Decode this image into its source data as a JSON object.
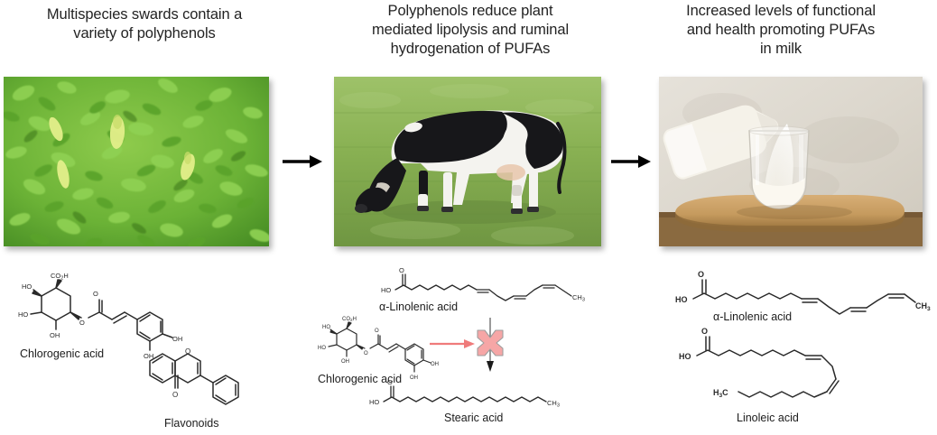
{
  "figure": {
    "type": "graphical-abstract",
    "background_color": "#ffffff",
    "text_color": "#232323"
  },
  "headings": {
    "panel1": {
      "line1": "Multispecies swards contain a",
      "line2": "variety of polyphenols"
    },
    "panel2": {
      "line1": "Polyphenols reduce plant",
      "line2": "mediated lipolysis and ruminal",
      "line3": "hydrogenation of PUFAs"
    },
    "panel3": {
      "line1": "Increased levels of functional",
      "line2": "and health promoting PUFAs",
      "line3": "in milk"
    }
  },
  "photos": {
    "sward": {
      "alt": "multispecies-sward-green-pasture-photo",
      "dominant_colors": [
        "#4f9626",
        "#7bc043",
        "#9fd35a",
        "#2f6b18"
      ]
    },
    "cow": {
      "alt": "holstein-friesian-cow-grazing-photo",
      "dominant_colors": [
        "#7fa64b",
        "#9dbf63",
        "#1b1b1b",
        "#f4f4f2"
      ]
    },
    "milk": {
      "alt": "milk-poured-into-glass-photo",
      "dominant_colors": [
        "#ddd9d2",
        "#f6f3ec",
        "#c49a5f",
        "#8a6a3d"
      ]
    }
  },
  "arrows": {
    "flow1": {
      "name": "flow-arrow-right",
      "color": "#000000"
    },
    "flow2": {
      "name": "flow-arrow-right",
      "color": "#000000"
    },
    "inhibition": {
      "name": "inhibition-arrow-red",
      "color": "#ef7b7b"
    },
    "pathway": {
      "name": "pathway-arrow-down",
      "color": "#6e6e6e"
    },
    "block": {
      "name": "blocked-cross",
      "fill": "#f6a6a6",
      "stroke": "#9a9a9a"
    }
  },
  "molecules": {
    "left_panel": [
      {
        "id": "chlorogenic-acid",
        "label": "Chlorogenic acid",
        "groups": [
          "HO",
          "CO₂H",
          "HO",
          "OH",
          "O",
          "O",
          "OH",
          "OH"
        ]
      },
      {
        "id": "flavonoids",
        "label": "Flavonoids",
        "groups": [
          "O",
          "O"
        ]
      }
    ],
    "mid_panel": [
      {
        "id": "alpha-linolenic-acid",
        "label": "α-Linolenic acid",
        "groups": [
          "HO",
          "O",
          "CH₃"
        ]
      },
      {
        "id": "chlorogenic-acid",
        "label": "Chlorogenic acid",
        "groups": [
          "HO",
          "CO₂H",
          "HO",
          "OH",
          "O",
          "O",
          "OH",
          "OH"
        ]
      },
      {
        "id": "stearic-acid",
        "label": "Stearic acid",
        "groups": [
          "HO",
          "O",
          "CH₃"
        ]
      }
    ],
    "right_panel": [
      {
        "id": "alpha-linolenic-acid",
        "label": "α-Linolenic acid",
        "groups": [
          "HO",
          "O",
          "CH₃"
        ]
      },
      {
        "id": "linoleic-acid",
        "label": "Linoleic acid",
        "groups": [
          "HO",
          "O",
          "H₃C"
        ]
      }
    ]
  },
  "atom_labels": {
    "HO": "HO",
    "CO2H": "CO₂H",
    "OH": "OH",
    "O": "O",
    "CH3": "CH₃",
    "H3C": "H₃C"
  }
}
